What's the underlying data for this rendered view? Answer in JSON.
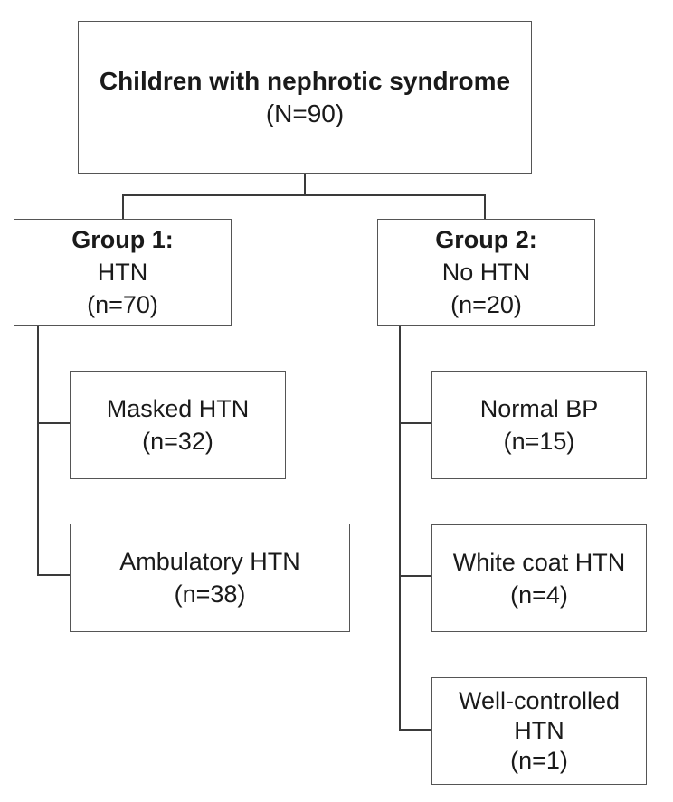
{
  "root": {
    "title": "Children with nephrotic syndrome",
    "count": "(N=90)"
  },
  "group1": {
    "title": "Group 1:",
    "label": "HTN",
    "count": "(n=70)",
    "children": [
      {
        "label": "Masked HTN",
        "count": "(n=32)"
      },
      {
        "label": "Ambulatory HTN",
        "count": "(n=38)"
      }
    ]
  },
  "group2": {
    "title": "Group 2:",
    "label": "No HTN",
    "count": "(n=20)",
    "children": [
      {
        "label": "Normal BP",
        "count": "(n=15)"
      },
      {
        "label": "White coat HTN",
        "count": "(n=4)"
      },
      {
        "label_line1": "Well-controlled",
        "label_line2": "HTN",
        "count": "(n=1)"
      }
    ]
  }
}
